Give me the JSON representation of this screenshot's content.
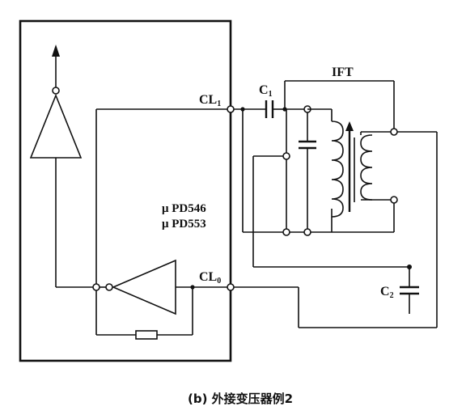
{
  "diagram": {
    "chip_part_numbers": [
      "μ PD546",
      "μ PD553"
    ],
    "pins": {
      "cl1": {
        "main": "CL",
        "sub": "1"
      },
      "cl0": {
        "main": "CL",
        "sub": "0"
      }
    },
    "components": {
      "c1": {
        "main": "C",
        "sub": "1"
      },
      "c2": {
        "main": "C",
        "sub": "2"
      },
      "transformer": "IFT"
    },
    "caption": "(b) 外接变压器例2"
  }
}
